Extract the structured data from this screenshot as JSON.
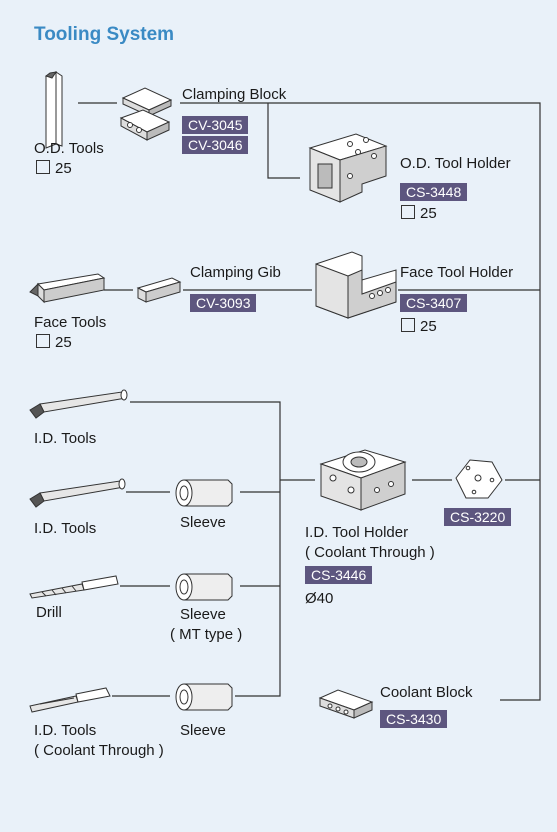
{
  "title": "Tooling System",
  "od_tools": {
    "label": "O.D. Tools",
    "qty": "25"
  },
  "clamping_block": {
    "label": "Clamping Block",
    "code1": "CV-3045",
    "code2": "CV-3046"
  },
  "od_tool_holder": {
    "label": "O.D. Tool Holder",
    "code": "CS-3448",
    "qty": "25"
  },
  "face_tools": {
    "label": "Face Tools",
    "qty": "25"
  },
  "clamping_gib": {
    "label": "Clamping Gib",
    "code": "CV-3093"
  },
  "face_tool_holder": {
    "label": "Face Tool Holder",
    "code": "CS-3407",
    "qty": "25"
  },
  "id_tools_1": {
    "label": "I.D. Tools"
  },
  "id_tools_2": {
    "label": "I.D. Tools"
  },
  "sleeve_1": {
    "label": "Sleeve"
  },
  "drill": {
    "label": "Drill"
  },
  "sleeve_mt": {
    "label": "Sleeve",
    "sub": "( MT type )"
  },
  "id_tools_coolant": {
    "label": "I.D. Tools",
    "sub": "( Coolant Through )"
  },
  "sleeve_3": {
    "label": "Sleeve"
  },
  "id_tool_holder": {
    "label": "I.D. Tool Holder",
    "sub": "( Coolant Through )",
    "code": "CS-3446",
    "diameter": "Ø40"
  },
  "cs3220": {
    "code": "CS-3220"
  },
  "coolant_block": {
    "label": "Coolant Block",
    "code": "CS-3430"
  },
  "colors": {
    "background": "#e9f1f9",
    "title": "#3a8ac4",
    "code_badge": "#5d567f",
    "line": "#333333"
  }
}
